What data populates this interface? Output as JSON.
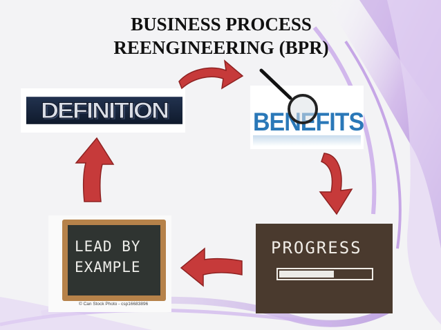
{
  "slide": {
    "title_line1": "BUSINESS PROCESS",
    "title_line2": "REENGINEERING (BPR)"
  },
  "definition_image": {
    "text": "DEFINITION"
  },
  "benefits_image": {
    "text": "BENEFITS"
  },
  "lead_image": {
    "line1": "LEAD BY",
    "line2": "EXAMPLE",
    "credit": "© Can Stock Photo - csp16683896"
  },
  "progress_image": {
    "text": "PROGRESS",
    "progress_fraction": 0.6
  },
  "colors": {
    "arrow": "#c63a3a",
    "purple_swirl": "#b18ad6",
    "text": "#111111"
  },
  "icons": [
    "arrow-right-curved-icon",
    "arrow-down-curved-icon",
    "arrow-left-icon",
    "arrow-up-icon",
    "magnifier-icon"
  ]
}
